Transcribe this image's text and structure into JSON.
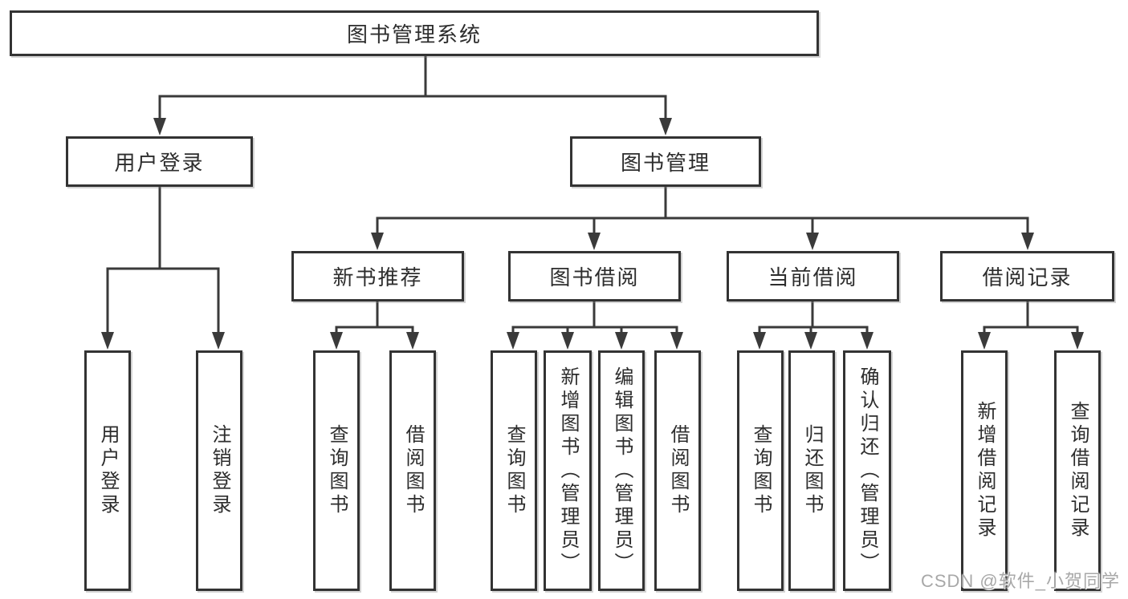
{
  "diagram": {
    "type": "hierarchy-tree",
    "tree": {
      "root": "图书管理系统",
      "children": [
        {
          "label": "用户登录",
          "children": [
            {
              "label": "用户登录"
            },
            {
              "label": "注销登录"
            }
          ]
        },
        {
          "label": "图书管理",
          "children": [
            {
              "label": "新书推荐",
              "children": [
                {
                  "label": "查询图书"
                },
                {
                  "label": "借阅图书"
                }
              ]
            },
            {
              "label": "图书借阅",
              "children": [
                {
                  "label": "查询图书"
                },
                {
                  "label": "新增图书（管理员）"
                },
                {
                  "label": "编辑图书（管理员）"
                },
                {
                  "label": "借阅图书"
                }
              ]
            },
            {
              "label": "当前借阅",
              "children": [
                {
                  "label": "查询图书"
                },
                {
                  "label": "归还图书"
                },
                {
                  "label": "确认归还（管理员）"
                }
              ]
            },
            {
              "label": "借阅记录",
              "children": [
                {
                  "label": "新增借阅记录"
                },
                {
                  "label": "查询借阅记录"
                }
              ]
            }
          ]
        }
      ]
    },
    "colors": {
      "box_border": "#333333",
      "connector_line": "#3a3a3a",
      "text": "#2d2d2d",
      "background": "#ffffff",
      "watermark_text_color": "#a8a8a8"
    }
  },
  "watermark": {
    "text": "CSDN @软件_小贺同学"
  }
}
